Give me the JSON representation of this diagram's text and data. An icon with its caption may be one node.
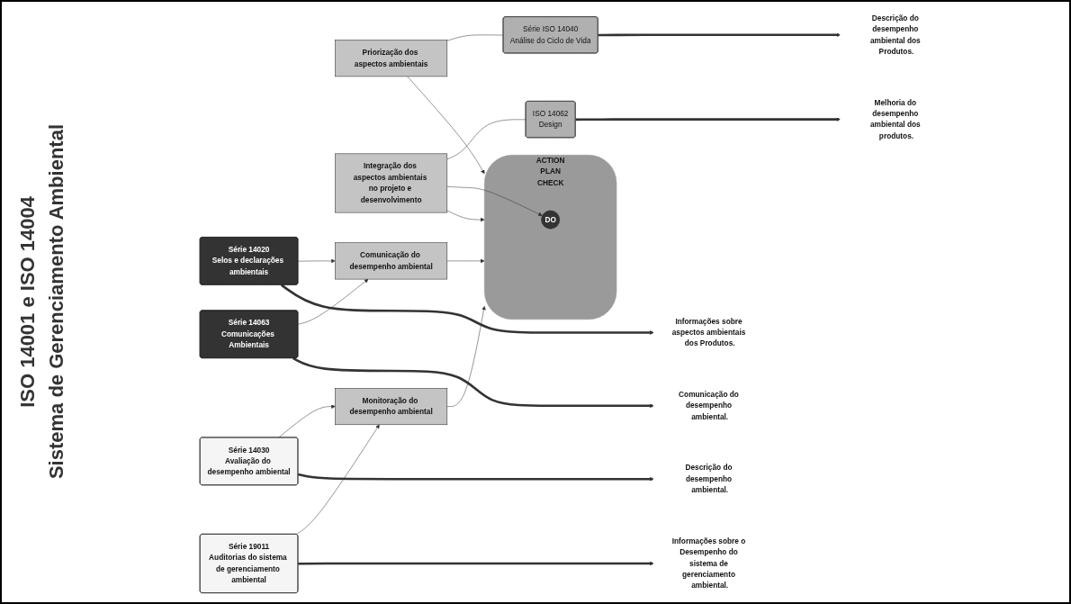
{
  "diagram": {
    "nodes": [
      {
        "text": [
          "ACTION",
          "PLAN",
          "CHECK"
        ]
      },
      {
        "text": [
          "DO"
        ],
        "in": 0
      },
      {
        "text": [
          "Priorização dos aspectos ambientais"
        ]
      },
      {
        "text": [
          "Série ISO 14040",
          "Análise do Ciclo de Vida"
        ]
      },
      {
        "text": [
          "Descrição do desempenho ambiental dos Produtos."
        ]
      },
      {
        "text": [
          "Integração dos aspectos ambientais no projeto e desenvolvimento"
        ]
      },
      {
        "text": [
          "ISO 14062",
          "Design"
        ]
      },
      {
        "text": [
          "Melhoria do desempenho ambiental dos produtos."
        ]
      },
      {
        "text": [
          "Série 14020",
          "Selos e declarações ambientais"
        ]
      },
      {
        "text": [
          "Informações sobre aspectos ambientais dos Produtos."
        ]
      },
      {
        "text": [
          "Comunicação do desempenho ambiental"
        ]
      },
      {
        "text": [
          "Série 14063",
          "Comunicações Ambientais"
        ]
      },
      {
        "text": [
          "Comunicação do desempenho ambiental."
        ]
      },
      {
        "text": [
          "Monitoração do desempenho ambiental"
        ]
      },
      {
        "text": [
          "Série 14030",
          "Avaliação do desempenho ambiental"
        ]
      },
      {
        "text": [
          "Descrição do desempenho ambiental."
        ]
      },
      {
        "text": [
          "Série 19011",
          "Auditorias do sistema de gerenciamento ambiental"
        ]
      },
      {
        "text": [
          "Informações sobre o Desempenho do sistema de gerenciamento ambiental."
        ]
      }
    ],
    "edges": [
      {
        "from": 2,
        "to": 3,
        "arrow": "none"
      },
      {
        "from": 2,
        "to": 0,
        "arrow": "to"
      },
      {
        "from": 3,
        "to": 4,
        "arrow": "to",
        "style": "thick",
        "color": "#333333"
      },
      {
        "from": 5,
        "to": 6,
        "arrow": "none"
      },
      {
        "from": 5,
        "to": 0,
        "arrow": "to"
      },
      {
        "from": 5,
        "to": 1,
        "arrow": "to"
      },
      {
        "from": 6,
        "to": 7,
        "arrow": "to",
        "style": "thick",
        "color": "#333333"
      },
      {
        "from": 8,
        "to": 10,
        "arrow": "to"
      },
      {
        "from": 8,
        "to": 9,
        "arrow": "to",
        "style": "thick",
        "color": "#333333"
      },
      {
        "from": 10,
        "to": 0,
        "arrow": "to"
      },
      {
        "from": 11,
        "to": 10,
        "arrow": "to"
      },
      {
        "from": 11,
        "to": 12,
        "arrow": "to",
        "style": "thick",
        "color": "#333333"
      },
      {
        "from": 14,
        "to": 13,
        "arrow": "to"
      },
      {
        "from": 16,
        "to": 13,
        "arrow": "to"
      },
      {
        "from": 13,
        "to": 0,
        "arrow": "to"
      },
      {
        "from": 14,
        "to": 15,
        "arrow": "to",
        "style": "thick",
        "color": "#333333"
      },
      {
        "from": 16,
        "to": 17,
        "arrow": "to",
        "style": "thick",
        "color": "#333333"
      }
    ],
    "labels": [
      "ISO 14001 e ISO 14004",
      "Sistema de Gerenciamento Ambiental"
    ]
  }
}
